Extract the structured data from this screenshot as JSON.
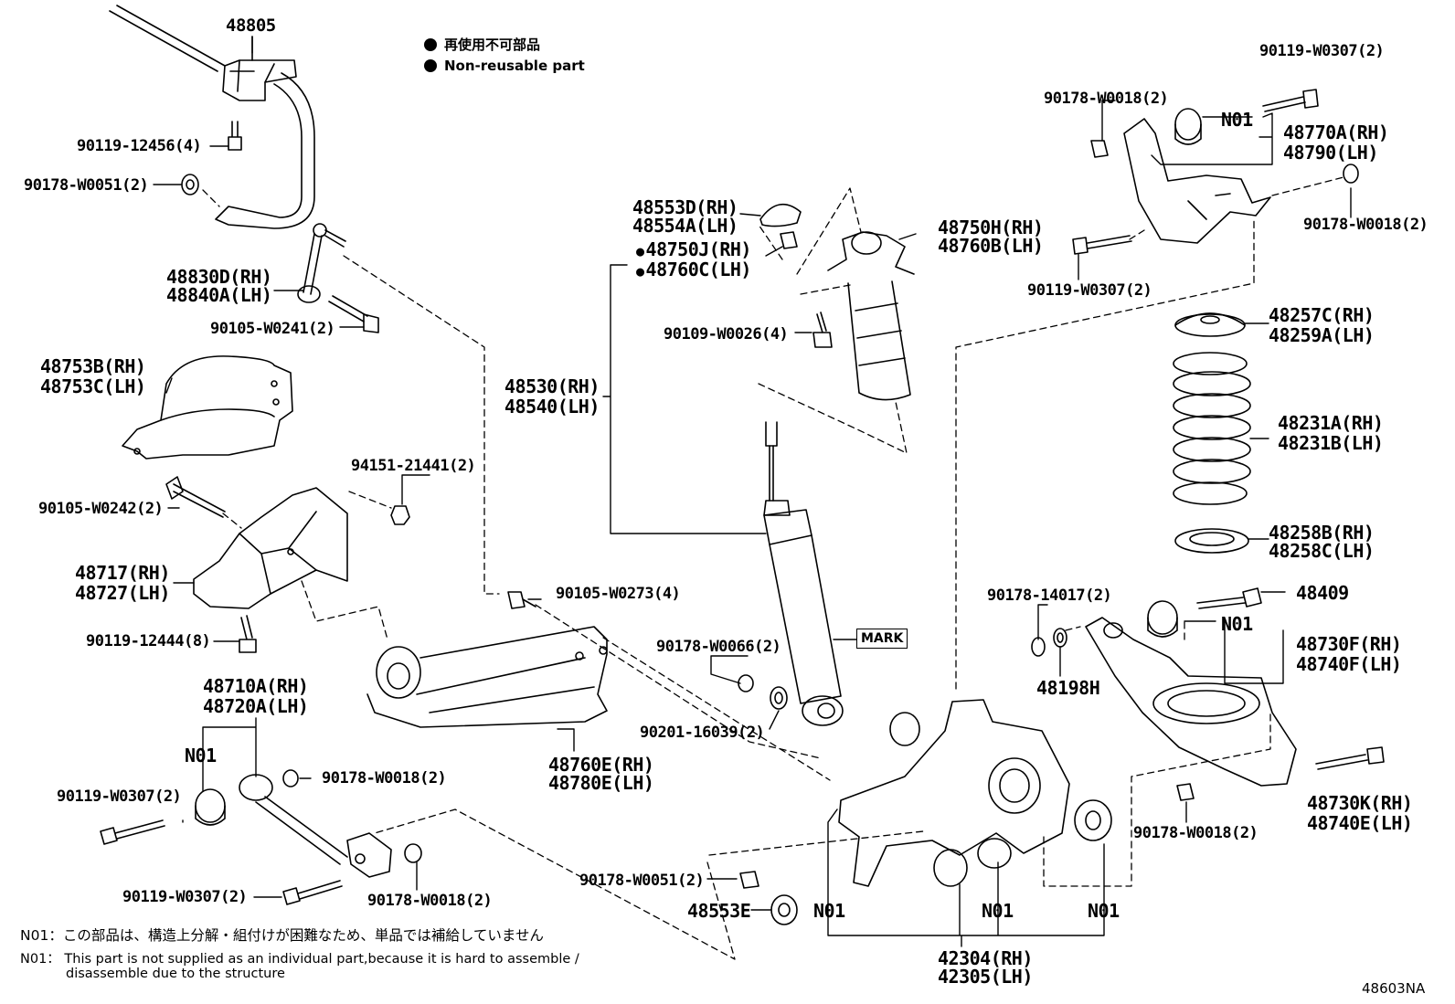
{
  "legend": [
    {
      "label": "再使用不可部品",
      "icon": "filled-circle-icon"
    },
    {
      "label": "Non-reusable part",
      "icon": "filled-circle-icon"
    }
  ],
  "labels": {
    "l48805": "48805",
    "l90119_12456": "90119-12456(4)",
    "l90178_w0051a": "90178-W0051(2)",
    "l48830": "48830D(RH)",
    "l48840": "48840A(LH)",
    "l90105_w0241": "90105-W0241(2)",
    "l48753b": "48753B(RH)",
    "l48753c": "48753C(LH)",
    "l94151": "94151-21441(2)",
    "l90105_w0242": "90105-W0242(2)",
    "l48717": "48717(RH)",
    "l48727": "48727(LH)",
    "l90119_12444": "90119-12444(8)",
    "l48710": "48710A(RH)",
    "l48720": "48720A(LH)",
    "l n01_left": "N01",
    "l90119_w0307a": "90119-W0307(2)",
    "l90178_w0018a": "90178-W0018(2)",
    "l90119_w0307b": "90119-W0307(2)",
    "l90178_w0018b": "90178-W0018(2)",
    "l48553d": "48553D(RH)",
    "l48554a": "48554A(LH)",
    "l48750j": "48750J(RH)",
    "l48760c": "48760C(LH)",
    "l48530": "48530(RH)",
    "l48540": "48540(LH)",
    "l48750h": "48750H(RH)",
    "l48760b": "48760B(LH)",
    "l90109": "90109-W0026(4)",
    "l90105_w0273": "90105-W0273(4)",
    "l90178_w0066": "90178-W0066(2)",
    "lmark": "MARK",
    "l90201": "90201-16039(2)",
    "l48760e": "48760E(RH)",
    "l48780e": "48780E(LH)",
    "l90178_w0051b": "90178-W0051(2)",
    "l48553e": "48553E",
    "ln01_a": "N01",
    "ln01_b": "N01",
    "ln01_c": "N01",
    "l42304": "42304(RH)",
    "l42305": "42305(LH)",
    "l90119_w0307c": "90119-W0307(2)",
    "l90178_w0018c": "90178-W0018(2)",
    "ln01_top": "N01",
    "l48770a": "48770A(RH)",
    "l48790": "48790(LH)",
    "l90178_w0018d": "90178-W0018(2)",
    "l90119_w0307d": "90119-W0307(2)",
    "l48257c": "48257C(RH)",
    "l48259a": "48259A(LH)",
    "l48231a": "48231A(RH)",
    "l48231b": "48231B(LH)",
    "l48258b": "48258B(RH)",
    "l48258c": "48258C(LH)",
    "l90178_14017": "90178-14017(2)",
    "l48409": "48409",
    "ln01_mid": "N01",
    "l48730f": "48730F(RH)",
    "l48740f": "48740F(LH)",
    "l48198h": "48198H",
    "l48730k": "48730K(RH)",
    "l48740e": "48740E(LH)",
    "l90178_w0018e": "90178-W0018(2)"
  },
  "notes": {
    "jp": "N01：この部品は、構造上分解・組付けが困難なため、単品では補給していません",
    "en1": "N01： This part is not supplied as an individual part,because it is hard to assemble /",
    "en2": "disassemble due to the structure"
  },
  "diagram_id": "48603NA"
}
